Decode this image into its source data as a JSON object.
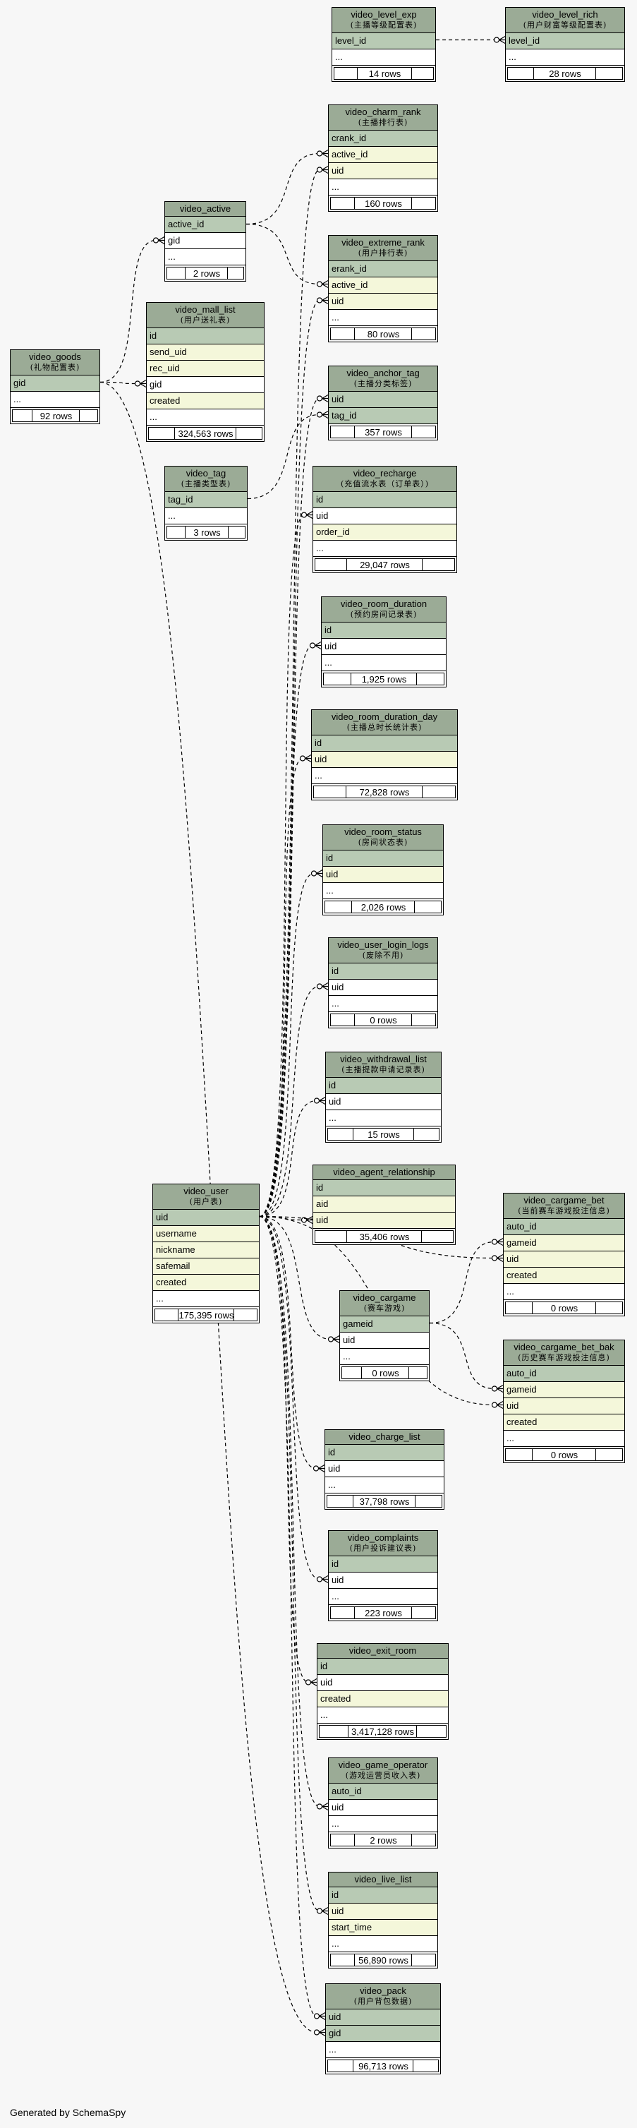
{
  "footer": "Generated by SchemaSpy",
  "tables": [
    {
      "id": "video_level_exp",
      "name": "video_level_exp",
      "comment": "(主播等级配置表)",
      "rows": [
        {
          "t": "level_id",
          "k": "pk"
        },
        {
          "t": "...",
          "k": "plain"
        }
      ],
      "count": "14 rows"
    },
    {
      "id": "video_level_rich",
      "name": "video_level_rich",
      "comment": "(用户财富等级配置表)",
      "rows": [
        {
          "t": "level_id",
          "k": "pk"
        },
        {
          "t": "...",
          "k": "plain"
        }
      ],
      "count": "28 rows"
    },
    {
      "id": "video_charm_rank",
      "name": "video_charm_rank",
      "comment": "(主播排行表)",
      "rows": [
        {
          "t": "crank_id",
          "k": "pk"
        },
        {
          "t": "active_id",
          "k": "fk"
        },
        {
          "t": "uid",
          "k": "fk"
        },
        {
          "t": "...",
          "k": "plain"
        }
      ],
      "count": "160 rows"
    },
    {
      "id": "video_active",
      "name": "video_active",
      "comment": "",
      "rows": [
        {
          "t": "active_id",
          "k": "pk"
        },
        {
          "t": "gid",
          "k": "plain"
        },
        {
          "t": "...",
          "k": "plain"
        }
      ],
      "count": "2 rows"
    },
    {
      "id": "video_extreme_rank",
      "name": "video_extreme_rank",
      "comment": "(用户排行表)",
      "rows": [
        {
          "t": "erank_id",
          "k": "pk"
        },
        {
          "t": "active_id",
          "k": "fk"
        },
        {
          "t": "uid",
          "k": "fk"
        },
        {
          "t": "...",
          "k": "plain"
        }
      ],
      "count": "80 rows"
    },
    {
      "id": "video_mall_list",
      "name": "video_mall_list",
      "comment": "(用户送礼表)",
      "rows": [
        {
          "t": "id",
          "k": "pk"
        },
        {
          "t": "send_uid",
          "k": "fk"
        },
        {
          "t": "rec_uid",
          "k": "fk"
        },
        {
          "t": "gid",
          "k": "plain"
        },
        {
          "t": "created",
          "k": "fk"
        },
        {
          "t": "...",
          "k": "plain"
        }
      ],
      "count": "324,563 rows"
    },
    {
      "id": "video_goods",
      "name": "video_goods",
      "comment": "(礼物配置表)",
      "rows": [
        {
          "t": "gid",
          "k": "pk"
        },
        {
          "t": "...",
          "k": "plain"
        }
      ],
      "count": "92 rows"
    },
    {
      "id": "video_anchor_tag",
      "name": "video_anchor_tag",
      "comment": "(主播分类标签)",
      "rows": [
        {
          "t": "uid",
          "k": "pk"
        },
        {
          "t": "tag_id",
          "k": "pk"
        }
      ],
      "count": "357 rows"
    },
    {
      "id": "video_tag",
      "name": "video_tag",
      "comment": "(主播类型表)",
      "rows": [
        {
          "t": "tag_id",
          "k": "pk"
        },
        {
          "t": "...",
          "k": "plain"
        }
      ],
      "count": "3 rows"
    },
    {
      "id": "video_recharge",
      "name": "video_recharge",
      "comment": "(充值流水表（订单表）)",
      "rows": [
        {
          "t": "id",
          "k": "pk"
        },
        {
          "t": "uid",
          "k": "plain"
        },
        {
          "t": "order_id",
          "k": "fk"
        },
        {
          "t": "...",
          "k": "plain"
        }
      ],
      "count": "29,047 rows"
    },
    {
      "id": "video_room_duration",
      "name": "video_room_duration",
      "comment": "(预约房间记录表)",
      "rows": [
        {
          "t": "id",
          "k": "pk"
        },
        {
          "t": "uid",
          "k": "plain"
        },
        {
          "t": "...",
          "k": "plain"
        }
      ],
      "count": "1,925 rows"
    },
    {
      "id": "video_room_duration_day",
      "name": "video_room_duration_day",
      "comment": "(主播总时长统计表)",
      "rows": [
        {
          "t": "id",
          "k": "pk"
        },
        {
          "t": "uid",
          "k": "fk"
        },
        {
          "t": "...",
          "k": "plain"
        }
      ],
      "count": "72,828 rows"
    },
    {
      "id": "video_room_status",
      "name": "video_room_status",
      "comment": "(房间状态表)",
      "rows": [
        {
          "t": "id",
          "k": "pk"
        },
        {
          "t": "uid",
          "k": "fk"
        },
        {
          "t": "...",
          "k": "plain"
        }
      ],
      "count": "2,026 rows"
    },
    {
      "id": "video_user_login_logs",
      "name": "video_user_login_logs",
      "comment": "(废除不用)",
      "rows": [
        {
          "t": "id",
          "k": "pk"
        },
        {
          "t": "uid",
          "k": "plain"
        },
        {
          "t": "...",
          "k": "plain"
        }
      ],
      "count": "0 rows"
    },
    {
      "id": "video_withdrawal_list",
      "name": "video_withdrawal_list",
      "comment": "(主播提款申请记录表)",
      "rows": [
        {
          "t": "id",
          "k": "pk"
        },
        {
          "t": "uid",
          "k": "plain"
        },
        {
          "t": "...",
          "k": "plain"
        }
      ],
      "count": "15 rows"
    },
    {
      "id": "video_agent_relationship",
      "name": "video_agent_relationship",
      "comment": "",
      "rows": [
        {
          "t": "id",
          "k": "pk"
        },
        {
          "t": "aid",
          "k": "fk"
        },
        {
          "t": "uid",
          "k": "fk"
        }
      ],
      "count": "35,406 rows"
    },
    {
      "id": "video_user",
      "name": "video_user",
      "comment": "(用户表)",
      "rows": [
        {
          "t": "uid",
          "k": "pk"
        },
        {
          "t": "username",
          "k": "fk"
        },
        {
          "t": "nickname",
          "k": "fk"
        },
        {
          "t": "safemail",
          "k": "fk"
        },
        {
          "t": "created",
          "k": "fk"
        },
        {
          "t": "...",
          "k": "plain"
        }
      ],
      "count": "175,395 rows"
    },
    {
      "id": "video_cargame_bet",
      "name": "video_cargame_bet",
      "comment": "(当前赛车游戏投注信息)",
      "rows": [
        {
          "t": "auto_id",
          "k": "pk"
        },
        {
          "t": "gameid",
          "k": "fk"
        },
        {
          "t": "uid",
          "k": "fk"
        },
        {
          "t": "created",
          "k": "fk"
        },
        {
          "t": "...",
          "k": "plain"
        }
      ],
      "count": "0 rows"
    },
    {
      "id": "video_cargame",
      "name": "video_cargame",
      "comment": "(赛车游戏)",
      "rows": [
        {
          "t": "gameid",
          "k": "pk"
        },
        {
          "t": "uid",
          "k": "plain"
        },
        {
          "t": "...",
          "k": "plain"
        }
      ],
      "count": "0 rows"
    },
    {
      "id": "video_cargame_bet_bak",
      "name": "video_cargame_bet_bak",
      "comment": "(历史赛车游戏投注信息)",
      "rows": [
        {
          "t": "auto_id",
          "k": "pk"
        },
        {
          "t": "gameid",
          "k": "fk"
        },
        {
          "t": "uid",
          "k": "fk"
        },
        {
          "t": "created",
          "k": "fk"
        },
        {
          "t": "...",
          "k": "plain"
        }
      ],
      "count": "0 rows"
    },
    {
      "id": "video_charge_list",
      "name": "video_charge_list",
      "comment": "",
      "rows": [
        {
          "t": "id",
          "k": "pk"
        },
        {
          "t": "uid",
          "k": "plain"
        },
        {
          "t": "...",
          "k": "plain"
        }
      ],
      "count": "37,798 rows"
    },
    {
      "id": "video_complaints",
      "name": "video_complaints",
      "comment": "(用户投诉建议表)",
      "rows": [
        {
          "t": "id",
          "k": "pk"
        },
        {
          "t": "uid",
          "k": "plain"
        },
        {
          "t": "...",
          "k": "plain"
        }
      ],
      "count": "223 rows"
    },
    {
      "id": "video_exit_room",
      "name": "video_exit_room",
      "comment": "",
      "rows": [
        {
          "t": "id",
          "k": "pk"
        },
        {
          "t": "uid",
          "k": "plain"
        },
        {
          "t": "created",
          "k": "fk"
        },
        {
          "t": "...",
          "k": "plain"
        }
      ],
      "count": "3,417,128 rows"
    },
    {
      "id": "video_game_operator",
      "name": "video_game_operator",
      "comment": "(游戏运营员收入表)",
      "rows": [
        {
          "t": "auto_id",
          "k": "pk"
        },
        {
          "t": "uid",
          "k": "plain"
        },
        {
          "t": "...",
          "k": "plain"
        }
      ],
      "count": "2 rows"
    },
    {
      "id": "video_live_list",
      "name": "video_live_list",
      "comment": "",
      "rows": [
        {
          "t": "id",
          "k": "pk"
        },
        {
          "t": "uid",
          "k": "fk"
        },
        {
          "t": "start_time",
          "k": "fk"
        },
        {
          "t": "...",
          "k": "plain"
        }
      ],
      "count": "56,890 rows"
    },
    {
      "id": "video_pack",
      "name": "video_pack",
      "comment": "(用户背包数据)",
      "rows": [
        {
          "t": "uid",
          "k": "pk"
        },
        {
          "t": "gid",
          "k": "pk"
        },
        {
          "t": "...",
          "k": "plain"
        }
      ],
      "count": "96,713 rows"
    }
  ],
  "relations": [
    {
      "from": "video_level_exp",
      "from_row": 0,
      "to": "video_level_rich",
      "to_row": 0
    },
    {
      "from": "video_active",
      "from_row": 0,
      "to": "video_charm_rank",
      "to_row": 1
    },
    {
      "from": "video_active",
      "from_row": 0,
      "to": "video_extreme_rank",
      "to_row": 1
    },
    {
      "from": "video_goods",
      "from_row": 0,
      "to": "video_active",
      "to_row": 1
    },
    {
      "from": "video_goods",
      "from_row": 0,
      "to": "video_mall_list",
      "to_row": 3
    },
    {
      "from": "video_goods",
      "from_row": 0,
      "to": "video_pack",
      "to_row": 1
    },
    {
      "from": "video_tag",
      "from_row": 0,
      "to": "video_anchor_tag",
      "to_row": 1
    },
    {
      "from": "video_user",
      "from_row": 0,
      "to": "video_charm_rank",
      "to_row": 2
    },
    {
      "from": "video_user",
      "from_row": 0,
      "to": "video_extreme_rank",
      "to_row": 2
    },
    {
      "from": "video_user",
      "from_row": 0,
      "to": "video_anchor_tag",
      "to_row": 0
    },
    {
      "from": "video_user",
      "from_row": 0,
      "to": "video_recharge",
      "to_row": 1
    },
    {
      "from": "video_user",
      "from_row": 0,
      "to": "video_room_duration",
      "to_row": 1
    },
    {
      "from": "video_user",
      "from_row": 0,
      "to": "video_room_duration_day",
      "to_row": 1
    },
    {
      "from": "video_user",
      "from_row": 0,
      "to": "video_room_status",
      "to_row": 1
    },
    {
      "from": "video_user",
      "from_row": 0,
      "to": "video_user_login_logs",
      "to_row": 1
    },
    {
      "from": "video_user",
      "from_row": 0,
      "to": "video_withdrawal_list",
      "to_row": 1
    },
    {
      "from": "video_user",
      "from_row": 0,
      "to": "video_agent_relationship",
      "to_row": 2
    },
    {
      "from": "video_user",
      "from_row": 0,
      "to": "video_cargame_bet",
      "to_row": 2
    },
    {
      "from": "video_user",
      "from_row": 0,
      "to": "video_cargame",
      "to_row": 1
    },
    {
      "from": "video_user",
      "from_row": 0,
      "to": "video_cargame_bet_bak",
      "to_row": 2
    },
    {
      "from": "video_user",
      "from_row": 0,
      "to": "video_charge_list",
      "to_row": 1
    },
    {
      "from": "video_user",
      "from_row": 0,
      "to": "video_complaints",
      "to_row": 1
    },
    {
      "from": "video_user",
      "from_row": 0,
      "to": "video_exit_room",
      "to_row": 1
    },
    {
      "from": "video_user",
      "from_row": 0,
      "to": "video_game_operator",
      "to_row": 1
    },
    {
      "from": "video_user",
      "from_row": 0,
      "to": "video_live_list",
      "to_row": 1
    },
    {
      "from": "video_user",
      "from_row": 0,
      "to": "video_pack",
      "to_row": 0
    },
    {
      "from": "video_cargame",
      "from_row": 0,
      "to": "video_cargame_bet",
      "to_row": 1
    },
    {
      "from": "video_cargame",
      "from_row": 0,
      "to": "video_cargame_bet_bak",
      "to_row": 1
    }
  ]
}
